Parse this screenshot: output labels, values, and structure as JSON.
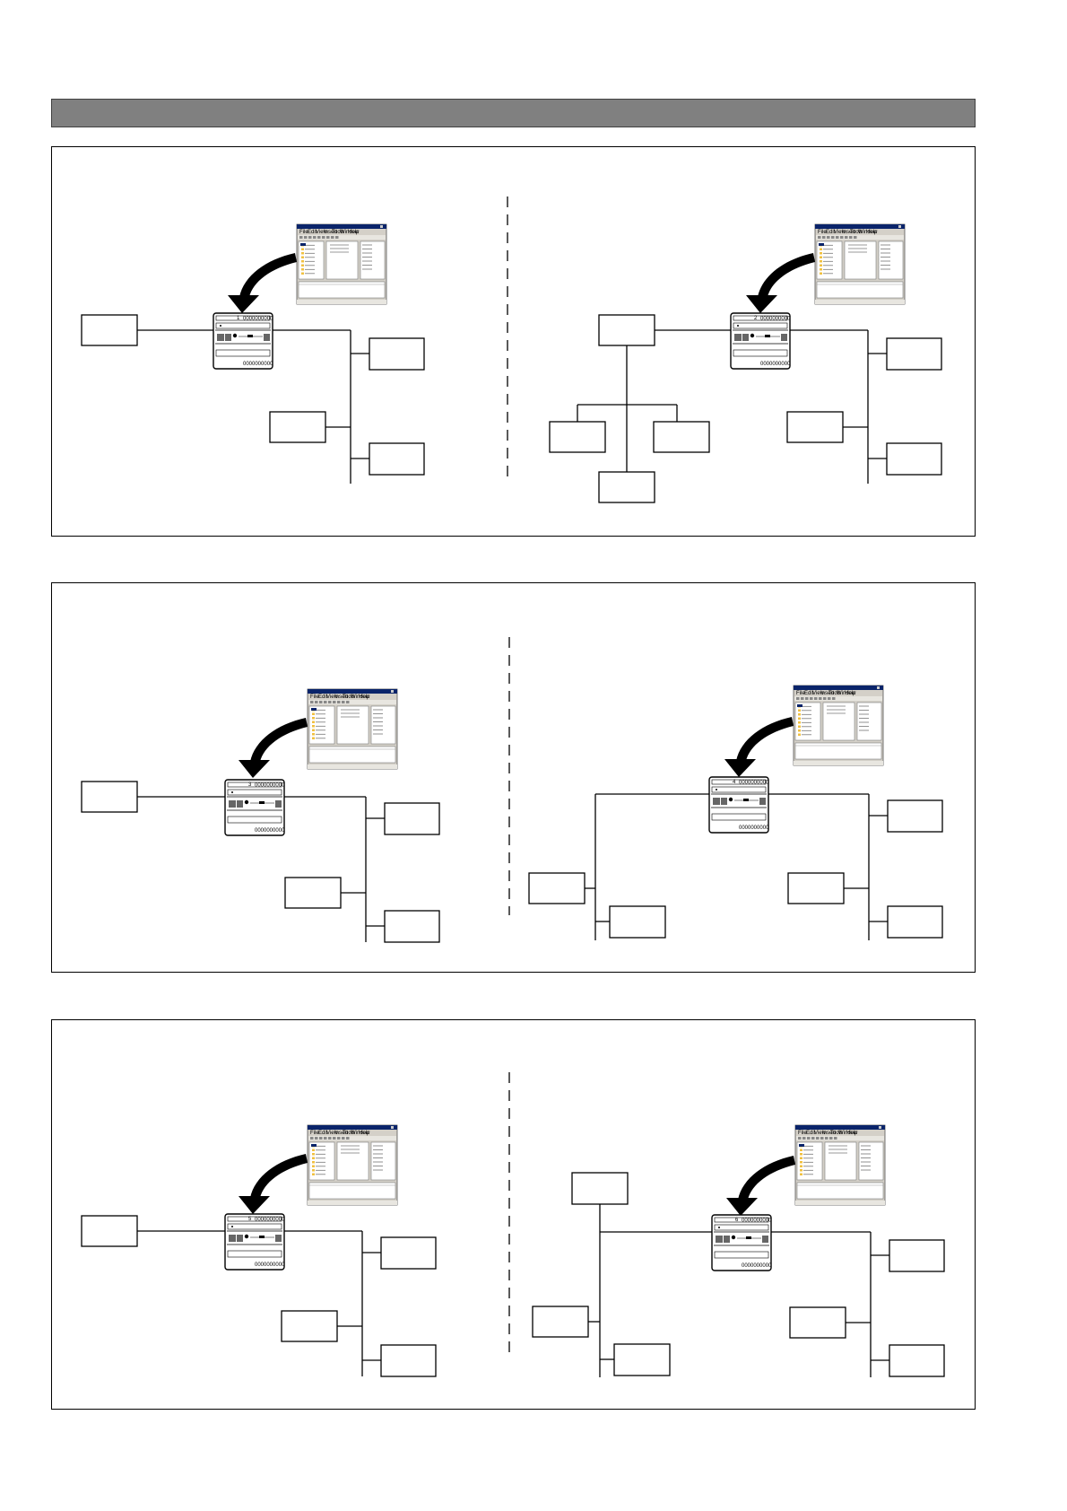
{
  "page": {
    "header_bar": {
      "color": "#808080",
      "label": ""
    }
  },
  "device": {
    "digits_top": "0000000000",
    "digits_bottom": "0000000000",
    "numbers": [
      "1",
      "2",
      "3",
      "4",
      "5",
      "6"
    ]
  },
  "software_window": {
    "menu": [
      "File",
      "Edit",
      "View",
      "Insert",
      "Tools",
      "Window",
      "Help"
    ]
  },
  "panels": [
    {
      "id": "panel-1",
      "left": {
        "layout": "simple",
        "device_number": "1"
      },
      "right": {
        "layout": "tree",
        "device_number": "2"
      }
    },
    {
      "id": "panel-2",
      "left": {
        "layout": "simple",
        "device_number": "3"
      },
      "right": {
        "layout": "branch-left",
        "device_number": "4"
      }
    },
    {
      "id": "panel-3",
      "left": {
        "layout": "simple",
        "device_number": "5"
      },
      "right": {
        "layout": "branch-top",
        "device_number": "6"
      }
    }
  ],
  "colors": {
    "line": "#000000",
    "screen_bg": "#d4d0c8",
    "titlebar": "#0a246a",
    "folder": "#f0c040"
  }
}
